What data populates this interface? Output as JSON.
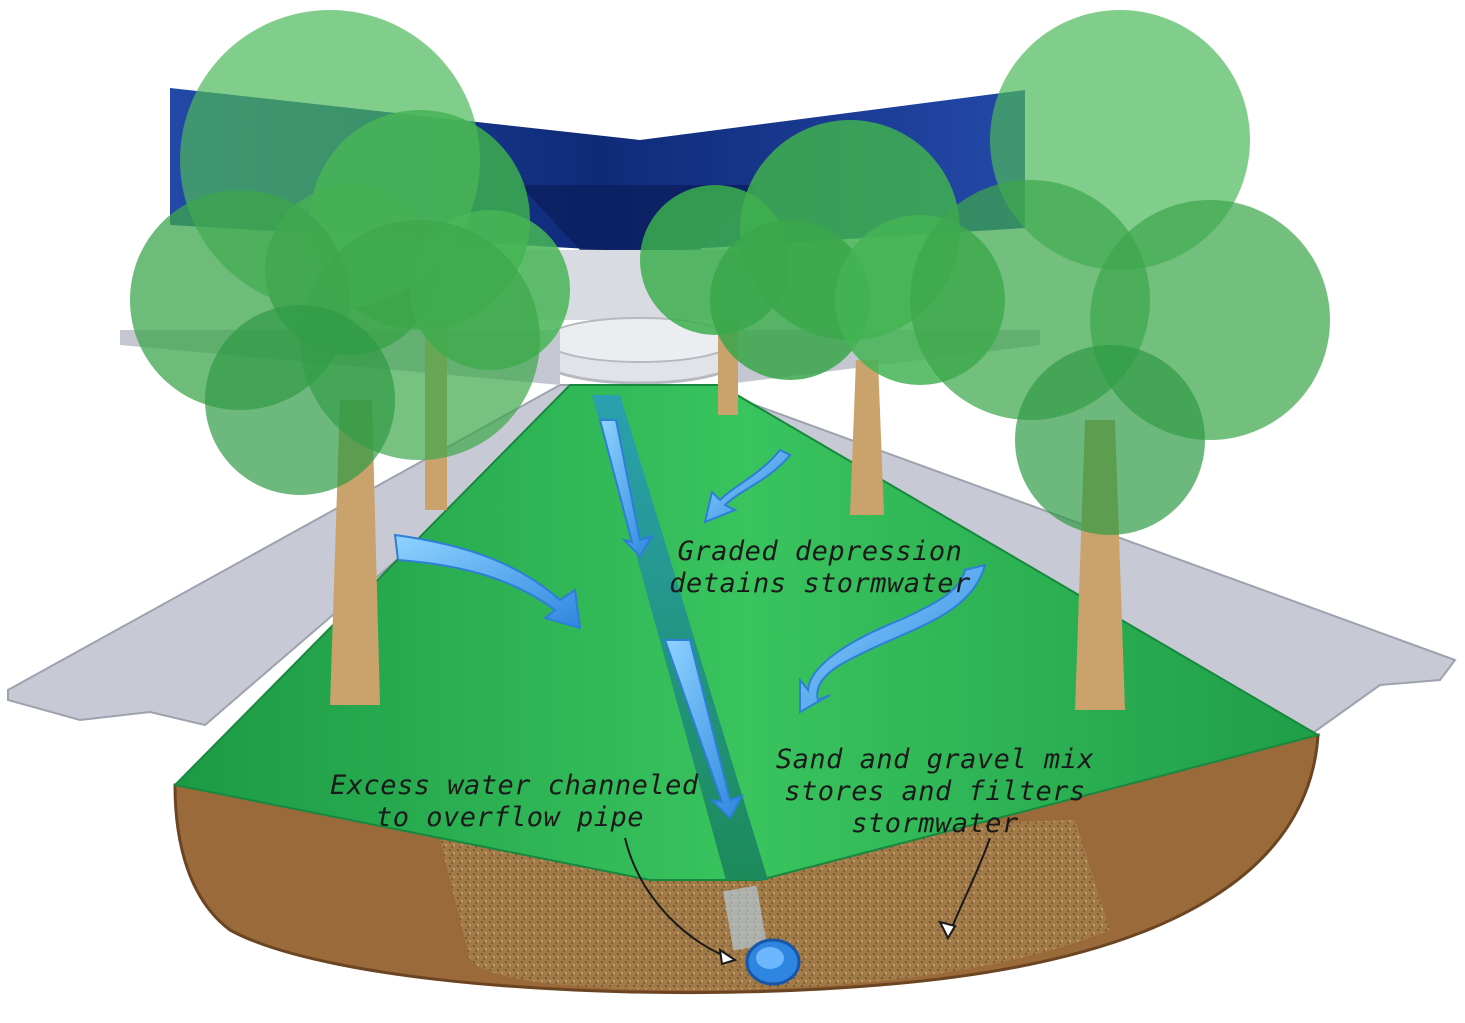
{
  "labels": {
    "graded_depression": [
      "Graded depression",
      "detains stormwater"
    ],
    "excess_water": [
      "Excess water channeled",
      "to overflow pipe"
    ],
    "sand_gravel": [
      "Sand and gravel mix",
      "stores and filters",
      "stormwater"
    ]
  },
  "colors": {
    "grass": "#2fbf5a",
    "grass_dark": "#1f9a46",
    "soil": "#9b6a3a",
    "gravel": "#a37a45",
    "pavement": "#c9ccd6",
    "building_roof": "#1e3a8a",
    "water": "#3b9cf0",
    "foliage": "#3cae4e",
    "trunk": "#c9a36b"
  }
}
